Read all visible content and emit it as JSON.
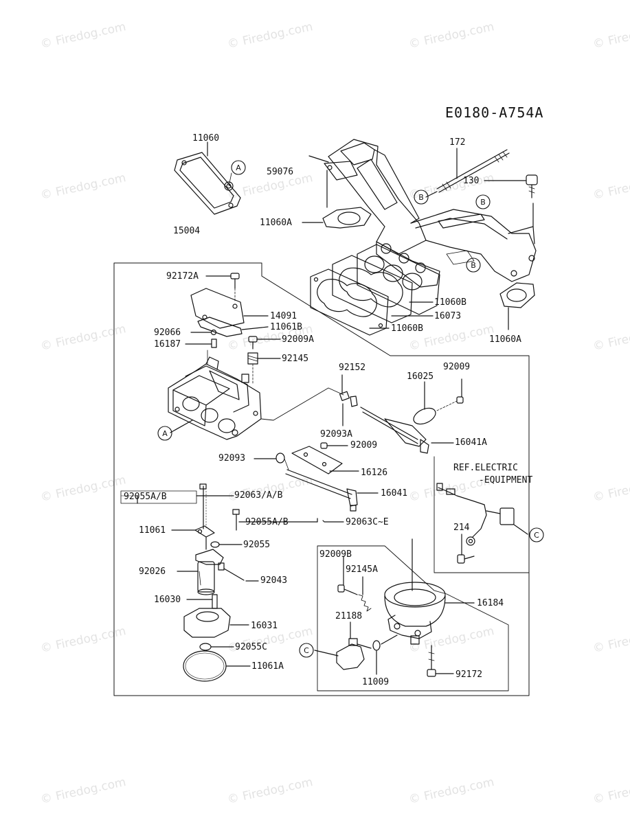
{
  "diagram_code": "E0180-A754A",
  "watermark": "© Firedog.com",
  "reference_note": {
    "line1": "REF.ELECTRIC",
    "line2": "-EQUIPMENT"
  },
  "markers": {
    "a": "A",
    "b": "B",
    "c": "C"
  },
  "part_labels": {
    "p11060": "11060",
    "p59076": "59076",
    "p11060A_left": "11060A",
    "p172": "172",
    "p130": "130",
    "p15004": "15004",
    "p92172A": "92172A",
    "p14091": "14091",
    "p11061B": "11061B",
    "p92066": "92066",
    "p16187": "16187",
    "p92009A": "92009A",
    "p92145": "92145",
    "p11060B_a": "11060B",
    "p16073": "16073",
    "p11060B_b": "11060B",
    "p11060A_right": "11060A",
    "p92152": "92152",
    "p16025": "16025",
    "p92009_top": "92009",
    "p16041A": "16041A",
    "p92093A": "92093A",
    "p92009_mid": "92009",
    "p92093": "92093",
    "p16126": "16126",
    "p16041": "16041",
    "p92055AB_left": "92055A/B",
    "p92063AB": "92063/A/B",
    "p92055AB_mid": "92055A/B",
    "p92063CE": "92063C~E",
    "p11061": "11061",
    "p92055": "92055",
    "p92026": "92026",
    "p92043": "92043",
    "p16030": "16030",
    "p16031": "16031",
    "p92055C": "92055C",
    "p11061A": "11061A",
    "p214": "214",
    "p92009B": "92009B",
    "p92145A": "92145A",
    "p16184": "16184",
    "p21188": "21188",
    "p11009": "11009",
    "p92172": "92172"
  }
}
